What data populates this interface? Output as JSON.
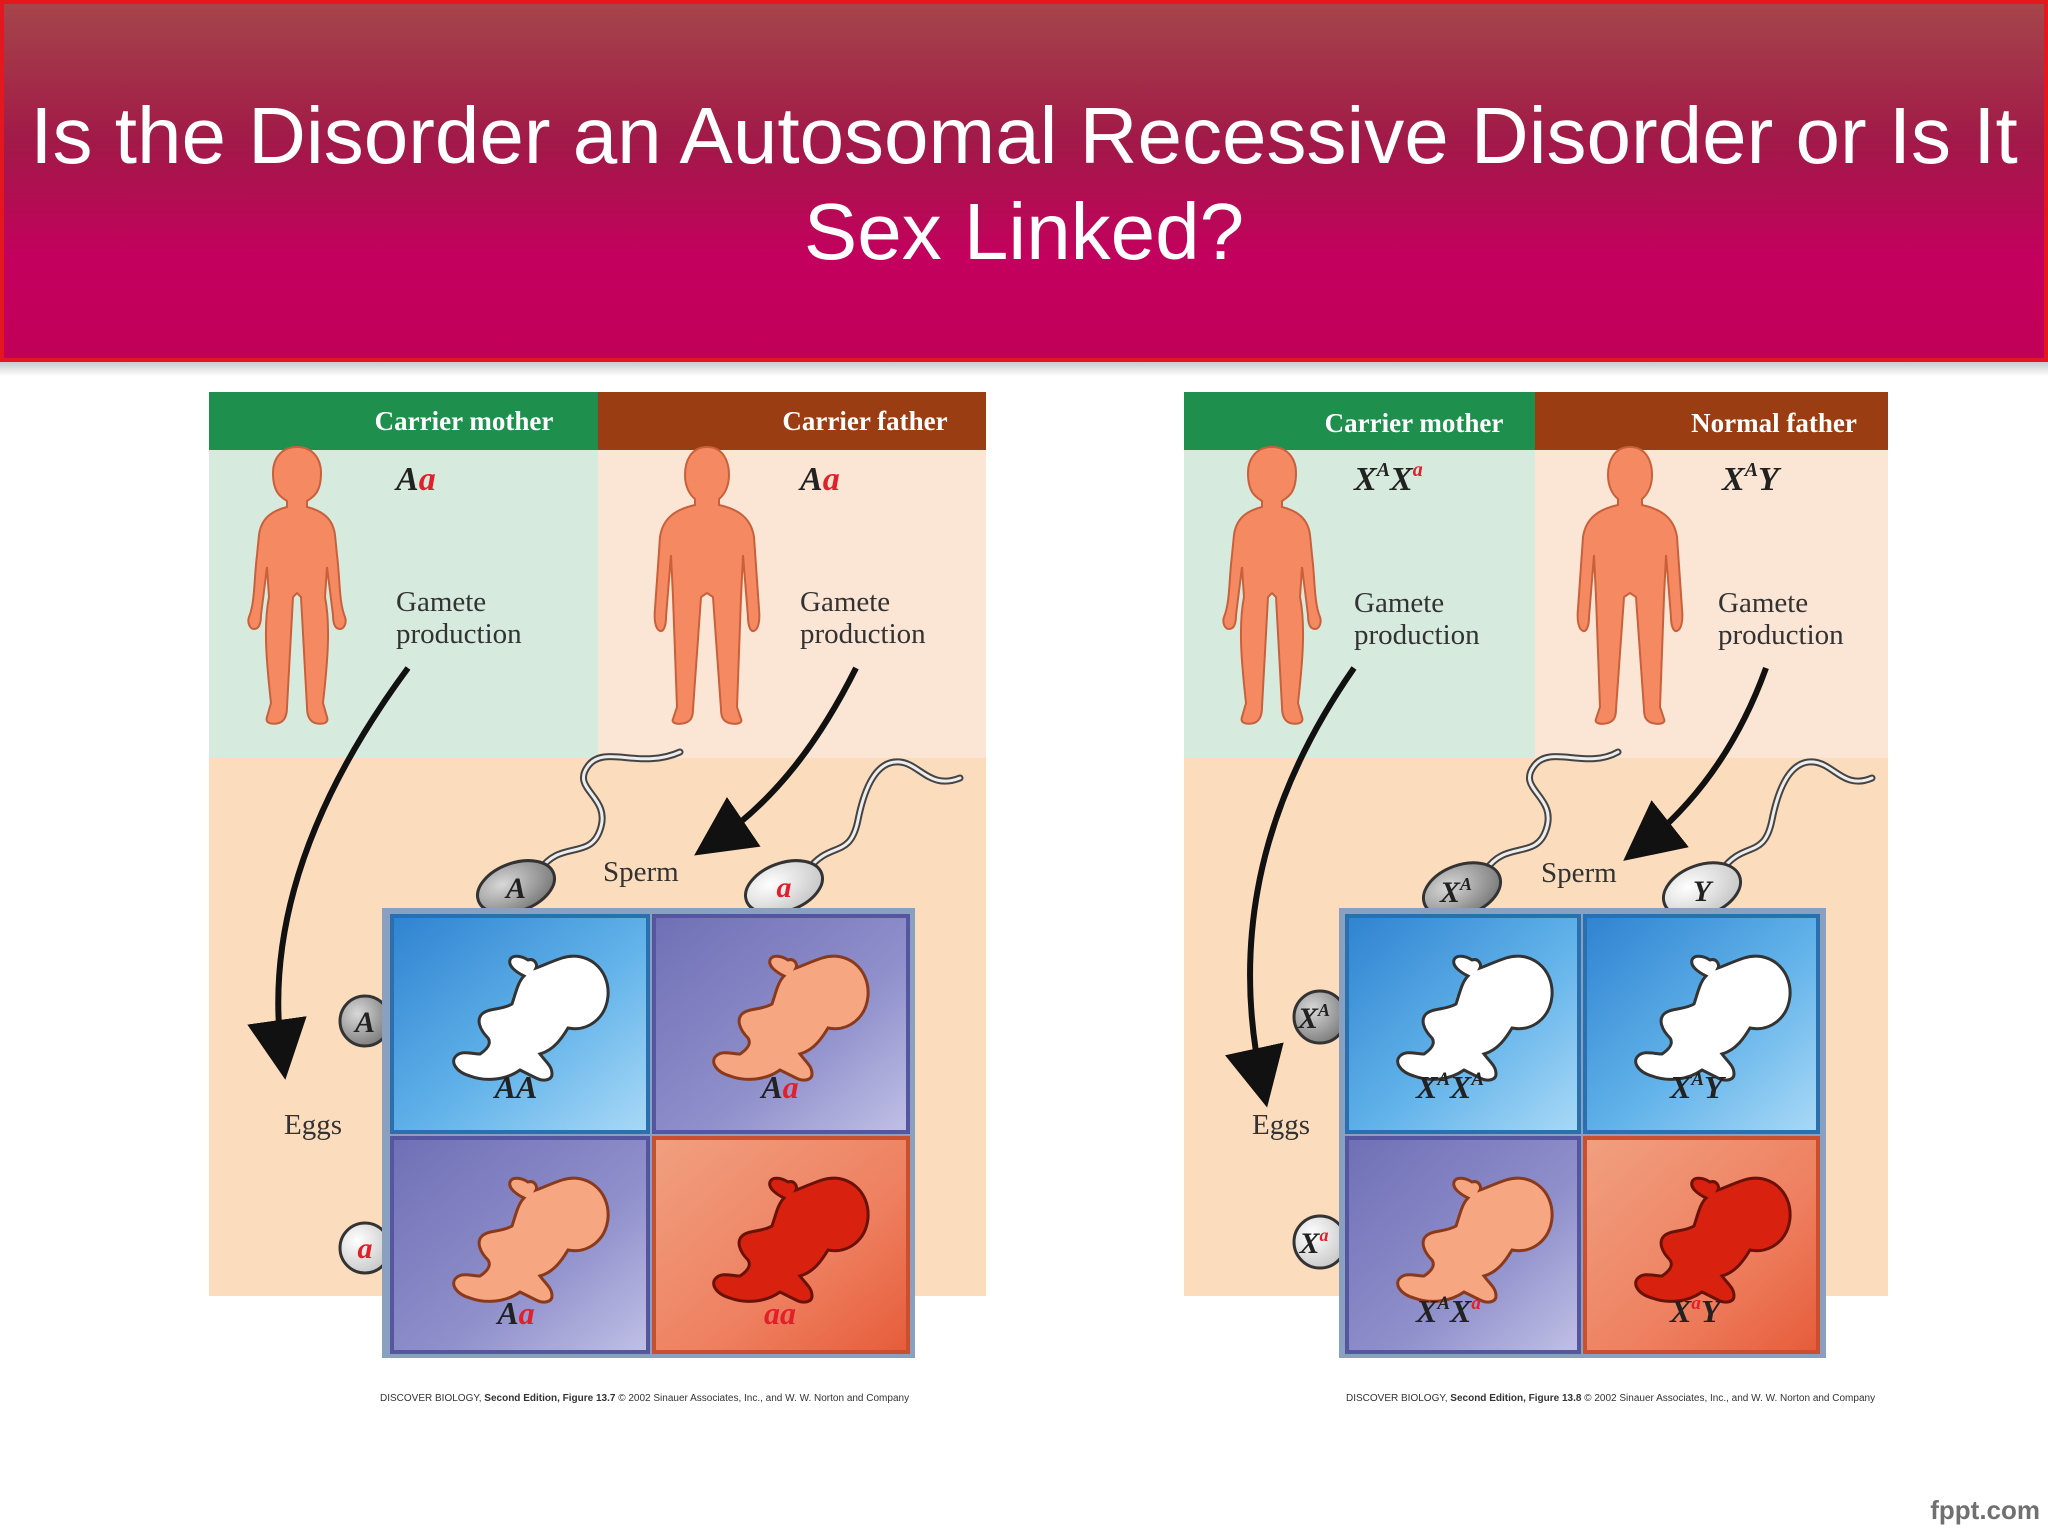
{
  "slide": {
    "title": "Is the Disorder an Autosomal Recessive Disorder or Is It Sex Linked?",
    "brand": "fppt.com"
  },
  "panels": [
    {
      "mother": {
        "header": "Carrier mother",
        "geno_1": "A",
        "geno_2": "a",
        "note_line1": "Gamete",
        "note_line2": "production"
      },
      "father": {
        "header": "Carrier father",
        "geno_1": "A",
        "geno_2": "a",
        "note_line1": "Gamete",
        "note_line2": "production"
      },
      "sperm_label": "Sperm",
      "eggs_label": "Eggs",
      "sperm_alleles": [
        {
          "base": "A",
          "sup": ""
        },
        {
          "base": "a",
          "sup": ""
        }
      ],
      "egg_alleles": [
        {
          "base": "A",
          "sup": ""
        },
        {
          "base": "a",
          "sup": ""
        }
      ],
      "cells": [
        {
          "p1": "A",
          "p2": "A"
        },
        {
          "p1": "A",
          "p2": "a"
        },
        {
          "p1": "A",
          "p2": "a"
        },
        {
          "p1": "a",
          "p2": "a"
        }
      ],
      "credit_a": "DISCOVER BIOLOGY,",
      "credit_b": "Second Edition, Figure 13.7",
      "credit_c": "© 2002 Sinauer Associates, Inc., and W. W. Norton and Company"
    },
    {
      "mother": {
        "header": "Carrier mother",
        "geno_1": "XAXa",
        "note_line1": "Gamete",
        "note_line2": "production"
      },
      "father": {
        "header": "Normal father",
        "geno_1": "XAY",
        "note_line1": "Gamete",
        "note_line2": "production"
      },
      "sperm_label": "Sperm",
      "eggs_label": "Eggs",
      "sperm_alleles": [
        {
          "base": "X",
          "sup": "A"
        },
        {
          "base": "Y",
          "sup": ""
        }
      ],
      "egg_alleles": [
        {
          "base": "X",
          "sup": "A"
        },
        {
          "base": "X",
          "sup": "a"
        }
      ],
      "cells": [
        {
          "g": "XAXA"
        },
        {
          "g": "XAY"
        },
        {
          "g": "XAXa"
        },
        {
          "g": "XaY"
        }
      ],
      "credit_a": "DISCOVER BIOLOGY,",
      "credit_b": "Second Edition, Figure 13.8",
      "credit_c": "© 2002 Sinauer Associates, Inc., and W. W. Norton and Company"
    }
  ],
  "colors": {
    "mother_header": "#1f8f4d",
    "father_header": "#9a3d12",
    "recessive": "#e0202b",
    "dominant": "#222222",
    "cell_blue": "#4aa3e0",
    "cell_purple": "#7f7fc4",
    "cell_orange": "#ee7a55",
    "body": "#f58a62",
    "affected": "#d8220f"
  }
}
